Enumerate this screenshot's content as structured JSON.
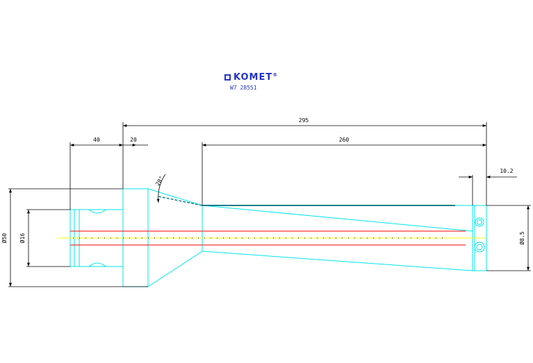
{
  "brand": {
    "logo_text": "KOMET",
    "trademark": "®",
    "part_number": "W7 28551"
  },
  "dimensions": {
    "overall_length": "295",
    "taper_length": "260",
    "shank_length": "40",
    "flange_length": "20",
    "end_offset": "10.2",
    "angle": "20°",
    "flange_diameter": "Ø50",
    "shank_diameter": "Ø16",
    "tip_diameter": "Ø8.5"
  },
  "colors": {
    "outline": "#00e5ee",
    "dimension": "#000000",
    "axis_red": "#ff0000",
    "axis_yellow": "#ffff00",
    "dots": "#000000",
    "brand": "#2233cc"
  }
}
